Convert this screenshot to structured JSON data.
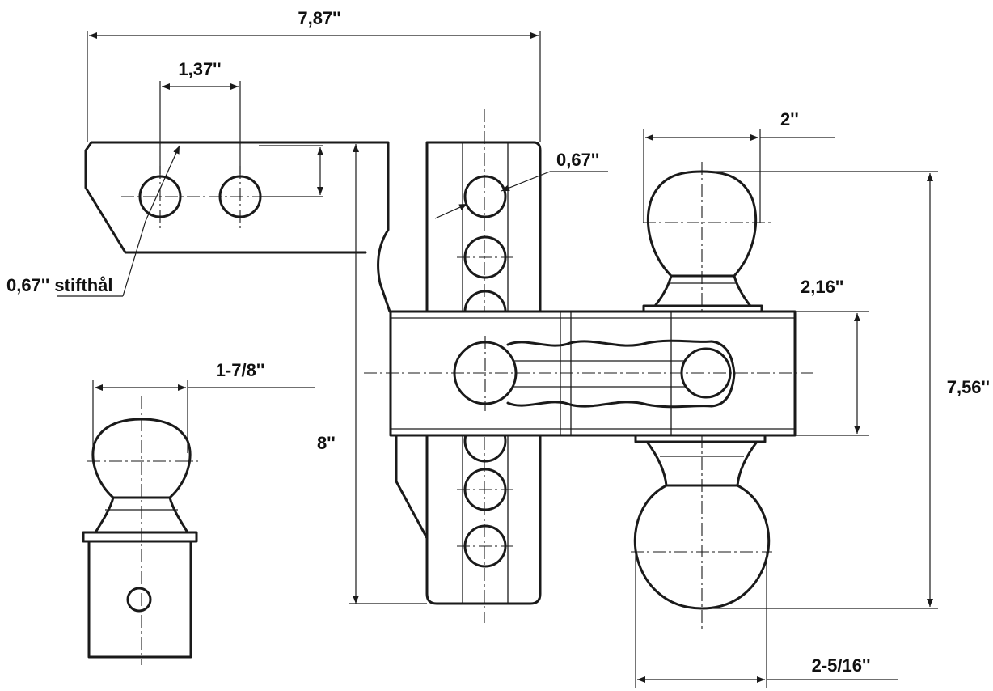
{
  "labels": {
    "overall_width": "7,87''",
    "hole_spacing": "1,37''",
    "pin_hole": "0,67''  stifthål",
    "shank_hole": "0,67''",
    "top_ball": "2''",
    "tube_height": "2,16''",
    "overall_height": "8''",
    "ball_span": "7,56''",
    "small_ball": "1-7/8''",
    "bottom_ball": "2-5/16''"
  },
  "colors": {
    "line": "#1a1a1a",
    "text": "#111111",
    "background": "#ffffff"
  }
}
